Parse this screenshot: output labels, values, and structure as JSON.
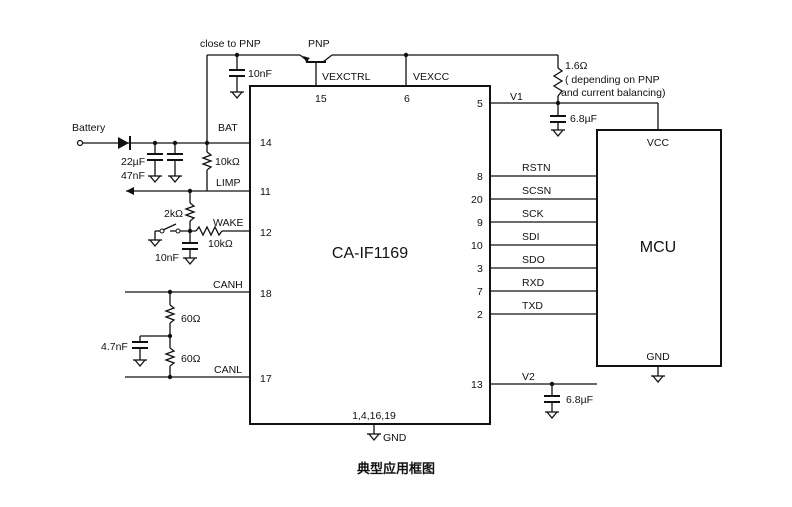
{
  "chip": {
    "name": "CA-IF1169",
    "bottom_pins": "1,4,16,19",
    "gnd": "GND",
    "pins_left": [
      {
        "name": "BAT",
        "num": "14"
      },
      {
        "name": "LIMP",
        "num": "11"
      },
      {
        "name": "WAKE",
        "num": "12"
      },
      {
        "name": "CANH",
        "num": "18"
      },
      {
        "name": "CANL",
        "num": "17"
      }
    ],
    "pins_top": [
      {
        "name": "VEXCTRL",
        "num": "15"
      },
      {
        "name": "VEXCC",
        "num": "6"
      }
    ],
    "pins_right": [
      {
        "name": "V1",
        "num": "5"
      },
      {
        "name": "RSTN",
        "num": "8"
      },
      {
        "name": "SCSN",
        "num": "20"
      },
      {
        "name": "SCK",
        "num": "9"
      },
      {
        "name": "SDI",
        "num": "10"
      },
      {
        "name": "SDO",
        "num": "3"
      },
      {
        "name": "RXD",
        "num": "7"
      },
      {
        "name": "TXD",
        "num": "2"
      },
      {
        "name": "V2",
        "num": "13"
      }
    ]
  },
  "mcu": {
    "name": "MCU",
    "vcc": "VCC",
    "gnd": "GND"
  },
  "labels": {
    "battery": "Battery",
    "close_to_pnp": "close to PNP",
    "pnp": "PNP",
    "c_vexctrl": "10nF",
    "r_pnp": "1.6Ω",
    "r_pnp_note1": "( depending on PNP",
    "r_pnp_note2": "and current balancing)",
    "c_v1": "6.8µF",
    "c_bat1": "22µF",
    "c_bat2": "47nF",
    "r_limp": "10kΩ",
    "r_wake_pull": "2kΩ",
    "r_wake": "10kΩ",
    "c_wake": "10nF",
    "r_canh": "60Ω",
    "r_canl": "60Ω",
    "c_can": "4.7nF",
    "c_v2": "6.8µF"
  },
  "caption": "典型应用框图"
}
